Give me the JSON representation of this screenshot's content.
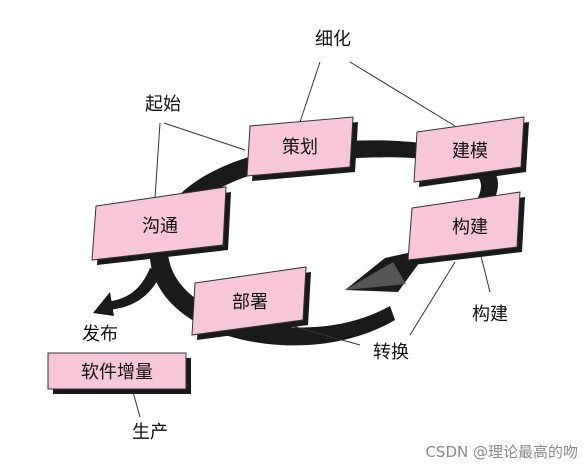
{
  "activities": {
    "planning": "策划",
    "modeling": "建模",
    "construction": "构建",
    "deployment": "部署",
    "communication": "沟通"
  },
  "annotations": {
    "refine": "细化",
    "initiate": "起始",
    "build": "构建",
    "transition": "转换",
    "release": "发布",
    "production": "生产"
  },
  "increment": {
    "label": "软件增量"
  },
  "colors": {
    "box_fill": "#f7c6d9",
    "box_shadow": "#1a1a1a",
    "loop": "#1a1a1a"
  },
  "watermark": "CSDN @理论最高的吻"
}
